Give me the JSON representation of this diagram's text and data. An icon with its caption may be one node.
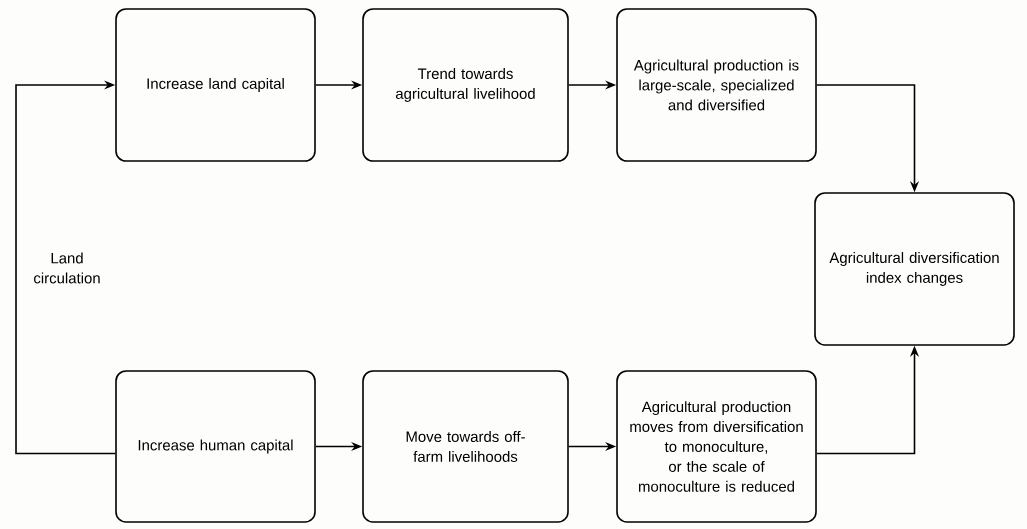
{
  "diagram": {
    "nodes": [
      {
        "text": [
          "Increase land capital"
        ]
      },
      {
        "text": [
          "Trend towards agricultural livelihood"
        ]
      },
      {
        "text": [
          "Agricultural production is large-scale, specialized and diversified"
        ]
      },
      {
        "text": [
          "Agricultural diversification index changes"
        ]
      },
      {
        "text": [
          "Increase human capital"
        ]
      },
      {
        "text": [
          "Move towards off-farm livelihoods"
        ]
      },
      {
        "text": [
          "Agricultural production moves from diversification to monoculture, or the scale of monoculture is reduced"
        ]
      }
    ],
    "edges": [
      {
        "from": 0,
        "to": 1,
        "arrow": "to"
      },
      {
        "from": 1,
        "to": 2,
        "arrow": "to"
      },
      {
        "from": 2,
        "to": 3,
        "arrow": "to"
      },
      {
        "from": 4,
        "to": 5,
        "arrow": "to"
      },
      {
        "from": 5,
        "to": 6,
        "arrow": "to"
      },
      {
        "from": 6,
        "to": 3,
        "arrow": "to"
      },
      {
        "from": 4,
        "to": 0,
        "arrow": "to",
        "label": "Land circulation"
      }
    ]
  }
}
